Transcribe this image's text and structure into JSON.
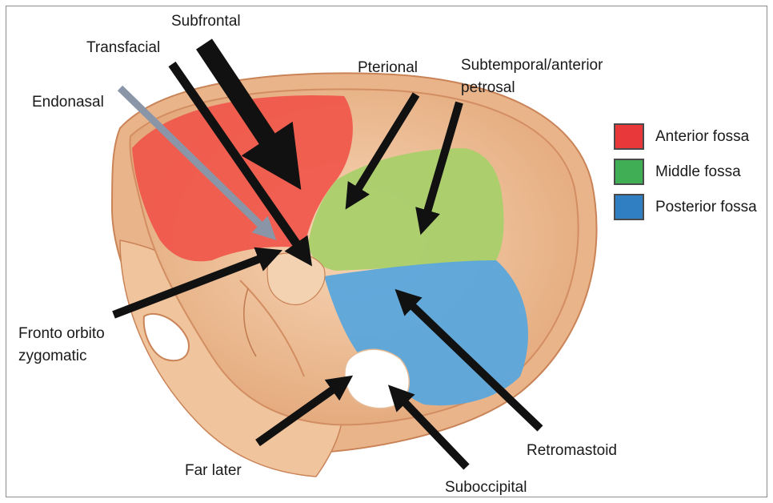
{
  "labels": {
    "subfrontal": "Subfrontal",
    "transfacial": "Transfacial",
    "endonasal": "Endonasal",
    "pterional": "Pterional",
    "subtemporal_line1": "Subtemporal/anterior",
    "subtemporal_line2": "petrosal",
    "fronto_line1": "Fronto orbito",
    "fronto_line2": "zygomatic",
    "far_later": "Far later",
    "suboccipital": "Suboccipital",
    "retromastoid": "Retromastoid"
  },
  "legend": [
    {
      "label": "Anterior fossa",
      "color": "#e8383a"
    },
    {
      "label": "Middle fossa",
      "color": "#3fae55"
    },
    {
      "label": "Posterior fossa",
      "color": "#2f7fc2"
    }
  ],
  "colors": {
    "anterior_fossa": "#f0564a",
    "middle_fossa": "#a9cf6a",
    "posterior_fossa": "#5aa6dc",
    "bone": "#f2c79e",
    "bone_dark": "#d9956a",
    "arrow": "#111111",
    "endonasal_arrow": "#8a96a8"
  }
}
